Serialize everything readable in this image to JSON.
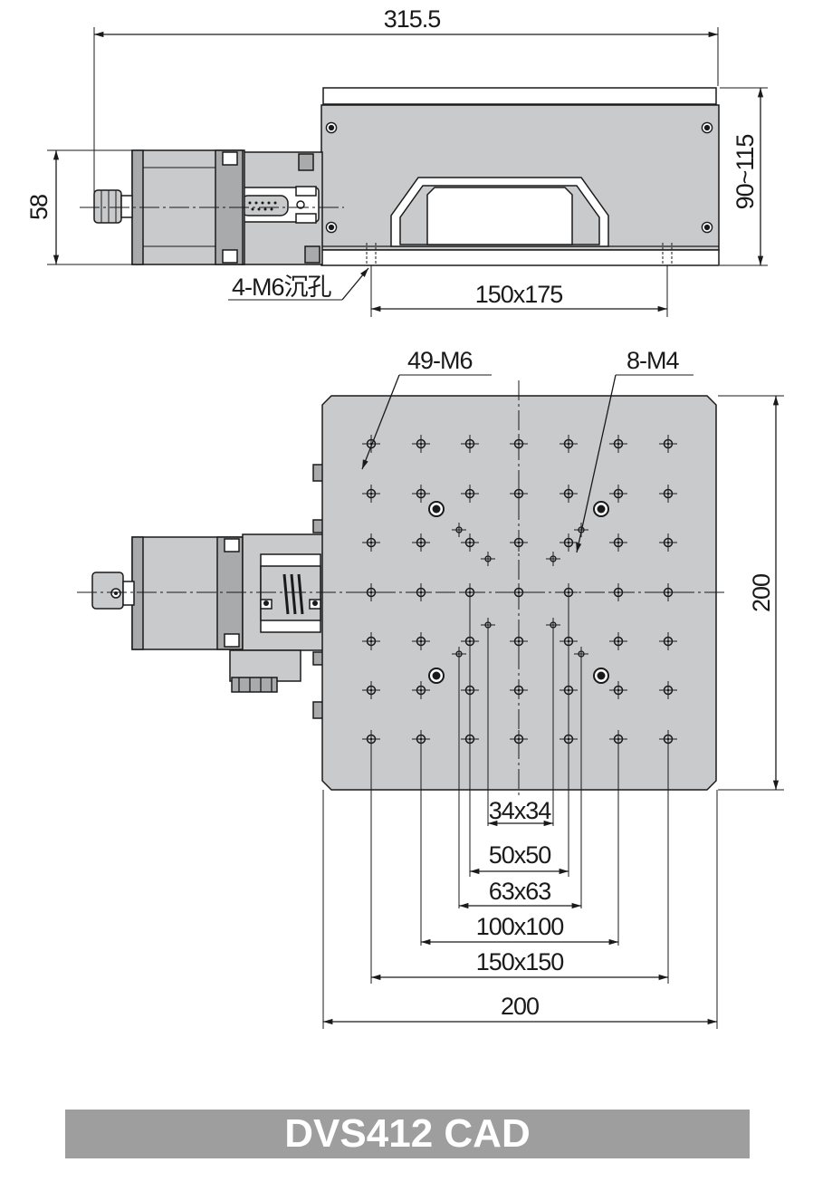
{
  "title": "DVS412 CAD",
  "side_view": {
    "overall_length": "315.5",
    "motor_height": "58",
    "height_range": "90~115",
    "mount_holes": "4-M6沉孔",
    "mount_spacing": "150x175"
  },
  "top_view": {
    "hole_grid_label": "49-M6",
    "small_holes_label": "8-M4",
    "table_height": "200",
    "table_width": "200",
    "pitch_labels": [
      "34x34",
      "50x50",
      "63x63",
      "100x100",
      "150x150"
    ]
  },
  "colors": {
    "body": "#c9cacb",
    "line": "#1a1a1a",
    "banner": "#9e9e9f"
  }
}
